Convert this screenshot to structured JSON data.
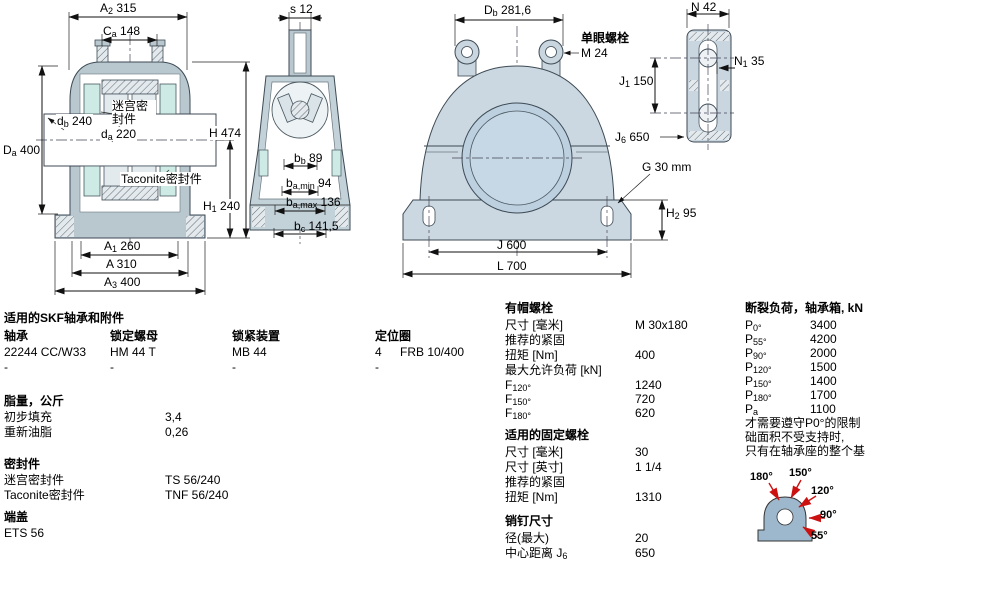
{
  "colors": {
    "housing": "#b9c7ce",
    "housing_light": "#cbd8e2",
    "bore": "#bdd0e0",
    "seal": "#cdeae4",
    "accent_red": "#cc1111"
  },
  "drawing_labels": {
    "seal_labyrinth": "迷宫密封件",
    "seal_taconite": "Taconite密封件",
    "eyebolt_title": "单眼螺栓",
    "eyebolt_size": "M 24",
    "g_dim": "G 30 mm"
  },
  "dims": {
    "a2": {
      "pre": "A",
      "sub": "2",
      "val": "315"
    },
    "ca": {
      "pre": "C",
      "sub": "a",
      "val": "148"
    },
    "db_seal": {
      "pre": "d",
      "sub": "b",
      "val": "240"
    },
    "da_shaft": {
      "pre": "d",
      "sub": "a",
      "val": "220"
    },
    "Da": {
      "pre": "D",
      "sub": "a",
      "val": "400"
    },
    "H": {
      "pre": "H",
      "val": "474"
    },
    "H1": {
      "pre": "H",
      "sub": "1",
      "val": "240"
    },
    "A1": {
      "pre": "A",
      "sub": "1",
      "val": "260"
    },
    "A": {
      "pre": "A",
      "val": "310"
    },
    "A3": {
      "pre": "A",
      "sub": "3",
      "val": "400"
    },
    "s": {
      "pre": "s",
      "val": "12"
    },
    "bb": {
      "pre": "b",
      "sub": "b",
      "val": "89"
    },
    "ba_min": {
      "pre": "b",
      "sub": "a,min",
      "val": "94"
    },
    "ba_max": {
      "pre": "b",
      "sub": "a,max",
      "val": "136"
    },
    "bc": {
      "pre": "b",
      "sub": "c",
      "val": "141,5"
    },
    "Db": {
      "pre": "D",
      "sub": "b",
      "val": "281,6"
    },
    "J1": {
      "pre": "J",
      "sub": "1",
      "val": "150"
    },
    "J6": {
      "pre": "J",
      "sub": "6",
      "val": "650"
    },
    "H2": {
      "pre": "H",
      "sub": "2",
      "val": "95"
    },
    "J": {
      "pre": "J",
      "val": "600"
    },
    "L": {
      "pre": "L",
      "val": "700"
    },
    "N": {
      "pre": "N",
      "val": "42"
    },
    "N1": {
      "pre": "N",
      "sub": "1",
      "val": "35"
    }
  },
  "bearings": {
    "title": "适用的SKF轴承和附件",
    "col_bearing": "轴承",
    "col_locknut": "锁定螺母",
    "col_locking": "锁紧装置",
    "col_ring": "定位圈",
    "bearing": "22244 CC/W33",
    "locknut": "HM 44 T",
    "locking": "MB 44",
    "ring_qty": "4",
    "ring": "FRB 10/400",
    "dash": "-"
  },
  "grease": {
    "title": "脂量，公斤",
    "initial_label": "初步填充",
    "initial_value": "3,4",
    "relub_label": "重新油脂",
    "relub_value": "0,26"
  },
  "seals": {
    "title": "密封件",
    "labyrinth_label": "迷宫密封件",
    "labyrinth_value": "TS 56/240",
    "taconite_label": "Taconite密封件",
    "taconite_value": "TNF 56/240",
    "cover_title": "端盖",
    "cover_value": "ETS 56"
  },
  "cap_bolts": {
    "title": "有帽螺栓",
    "size_label": "尺寸 [毫米]",
    "size_value": "M 30x180",
    "tighten_label": "推荐的紧固",
    "torque_label": "扭矩 [Nm]",
    "torque_value": "400",
    "maxload_label": "最大允许负荷 [kN]",
    "f120": {
      "pre": "F",
      "sub": "120°"
    },
    "f120_value": "1240",
    "f150": {
      "pre": "F",
      "sub": "150°"
    },
    "f150_value": "720",
    "f180": {
      "pre": "F",
      "sub": "180°"
    },
    "f180_value": "620"
  },
  "attach_bolts": {
    "title": "适用的固定螺栓",
    "size_mm_label": "尺寸 [毫米]",
    "size_mm_value": "30",
    "size_in_label": "尺寸 [英寸]",
    "size_in_value": "1 1/4",
    "tighten_label": "推荐的紧固",
    "torque_label": "扭矩 [Nm]",
    "torque_value": "1310"
  },
  "pins": {
    "title": "销钉尺寸",
    "dia_label": "径(最大)",
    "dia_value": "20",
    "cc_label": "中心距离 ",
    "cc_dim": {
      "pre": "J",
      "sub": "6"
    },
    "cc_value": "650"
  },
  "breaking": {
    "title": "断裂负荷，轴承箱, kN",
    "p0": {
      "pre": "P",
      "sub": "0°"
    },
    "p0_value": "3400",
    "p55": {
      "pre": "P",
      "sub": "55°"
    },
    "p55_value": "4200",
    "p90": {
      "pre": "P",
      "sub": "90°"
    },
    "p90_value": "2000",
    "p120": {
      "pre": "P",
      "sub": "120°"
    },
    "p120_value": "1500",
    "p150": {
      "pre": "P",
      "sub": "150°"
    },
    "p150_value": "1400",
    "p180": {
      "pre": "P",
      "sub": "180°"
    },
    "p180_value": "1700",
    "pa": {
      "pre": "P",
      "sub": "a"
    },
    "pa_value": "1100",
    "note_line1": "才需要遵守P0°的限制",
    "note_line2": "础面积不受支持时,",
    "note_line3": "只有在轴承座的整个基"
  },
  "load_angles": {
    "a180": "180°",
    "a150": "150°",
    "a120": "120°",
    "a90": "90°",
    "a55": "55°"
  }
}
